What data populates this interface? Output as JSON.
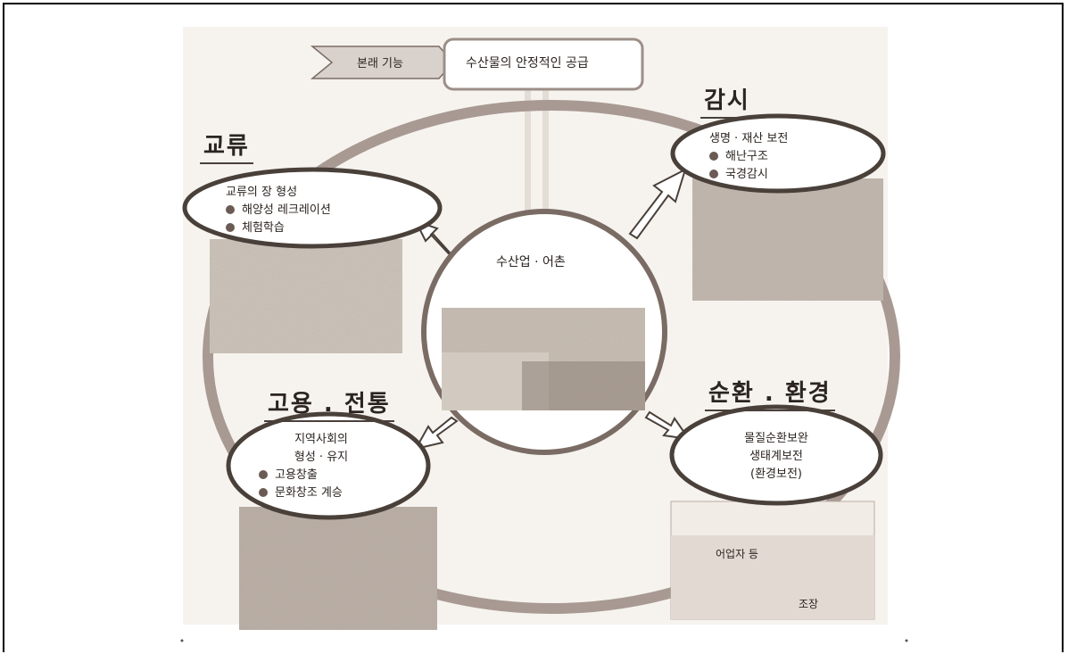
{
  "top": {
    "tag": "본래 기능",
    "box": "수산물의 안정적인 공급"
  },
  "center": {
    "label": "수산업 · 어촌"
  },
  "exchange": {
    "heading": "교류",
    "title": "교류의 장 형성",
    "items": [
      "해양성 레크레이션",
      "체험학습"
    ]
  },
  "monitor": {
    "heading": "감시",
    "title": "생명 · 재산 보전",
    "items": [
      "해난구조",
      "국경감시"
    ]
  },
  "employment": {
    "heading": "고용 . 전통",
    "title_1": "지역사회의",
    "title_2": "형성 · 유지",
    "items": [
      "고용창출",
      "문화창조 계승"
    ]
  },
  "environment": {
    "heading": "순환 . 환경",
    "lines": [
      "물질순환보완",
      "생태계보전",
      "(환경보전)"
    ]
  },
  "photo_labels": {
    "fishers": "어업자 등",
    "ground": "조장"
  },
  "colors": {
    "ring": "#a89a93",
    "oval_border": "#4a403a",
    "bullet": "#6b5b55",
    "photo": "#c9bfb4"
  }
}
